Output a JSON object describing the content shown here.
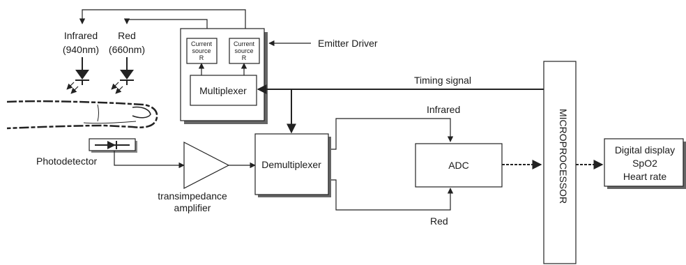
{
  "labels": {
    "infrared_led_1": "Infrared",
    "infrared_led_2": "(940nm)",
    "red_led_1": "Red",
    "red_led_2": "(660nm)",
    "current_source_1": [
      "Current",
      "source",
      "R"
    ],
    "current_source_2": [
      "Current",
      "source",
      "R"
    ],
    "multiplexer": "Multiplexer",
    "emitter_driver": "Emitter Driver",
    "timing_signal": "Timing signal",
    "photodetector": "Photodetector",
    "amplifier_1": "transimpedance",
    "amplifier_2": "amplifier",
    "demultiplexer": "Demultiplexer",
    "infrared_channel": "Infrared",
    "red_channel": "Red",
    "adc": "ADC",
    "microprocessor": "MICROPROCESSOR",
    "display": [
      "Digital display",
      "SpO2",
      "Heart rate"
    ]
  },
  "colors": {
    "stroke": "#222222",
    "shadow": "#777777",
    "background": "#ffffff"
  }
}
